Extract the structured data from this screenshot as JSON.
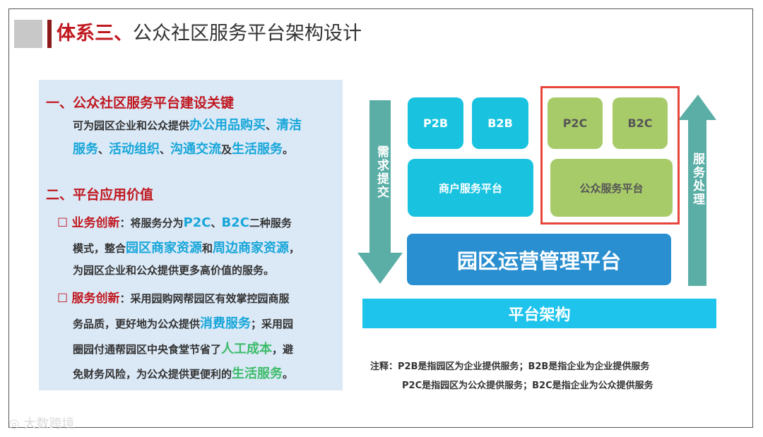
{
  "title": {
    "prefix": "体系三、",
    "main": "公众社区服务平台架构设计"
  },
  "left_panel": {
    "section1": {
      "heading": "一、公众社区服务平台建设关键",
      "line1_pre": "可为园区企业和公众提供",
      "line1_hl1": "办公用品购买",
      "line1_sep": "、",
      "line1_hl2": "清洁",
      "line2_hl1": "服务",
      "line2_sep1": "、",
      "line2_hl2": "活动组织",
      "line2_sep2": "、",
      "line2_hl3": "沟通交流",
      "line2_mid": "及",
      "line2_hl4": "生活服务",
      "line2_end": "。"
    },
    "section2": {
      "heading": "二、平台应用价值",
      "item1": {
        "bullet": "☐",
        "label": "业务创新",
        "l1_a": "：将服务分为",
        "l1_hl1": "P2C",
        "l1_b": "、",
        "l1_hl2": "B2C",
        "l1_c": "二种服务",
        "l2_a": "模式，整合",
        "l2_hl1": "园区商家资源",
        "l2_b": "和",
        "l2_hl2": "周边商家资源",
        "l2_c": "，",
        "l3": "为园区企业和公众提供更多高价值的服务。"
      },
      "item2": {
        "bullet": "☐",
        "label": "服务创新",
        "l1": "：采用园购网帮园区有效掌控园商服",
        "l2_a": "务品质，更好地为公众提供",
        "l2_hl": "消费服务",
        "l2_b": "；采用园",
        "l3_a": "圈园付通帮园区中央食堂节省了",
        "l3_hl": "人工成本",
        "l3_b": "，避",
        "l4_a": "免财务风险，为公众提供更便利的",
        "l4_hl": "生活服务",
        "l4_b": "。"
      }
    }
  },
  "diagram": {
    "left_arrow_label": "需求提交",
    "right_arrow_label": "服务处理",
    "p2b": "P2B",
    "b2b": "B2B",
    "p2c": "P2C",
    "b2c": "B2C",
    "merchant_platform": "商户服务平台",
    "public_platform": "公众服务平台",
    "park_platform": "园区运营管理平台",
    "platform_architecture": "平台架构",
    "colors": {
      "cyan": "#19c3e0",
      "green": "#a8cb6a",
      "blue": "#2a8fd0",
      "arrow": "#5aaea6",
      "highlight": "#e8453c"
    }
  },
  "notes": {
    "line1": "注释：P2B是指园区为企业提供服务；B2B是指企业为企业提供服务",
    "line2": "P2C是指园区为公众提供服务；B2C是指企业为公众提供服务"
  },
  "watermark": "大数跨境"
}
